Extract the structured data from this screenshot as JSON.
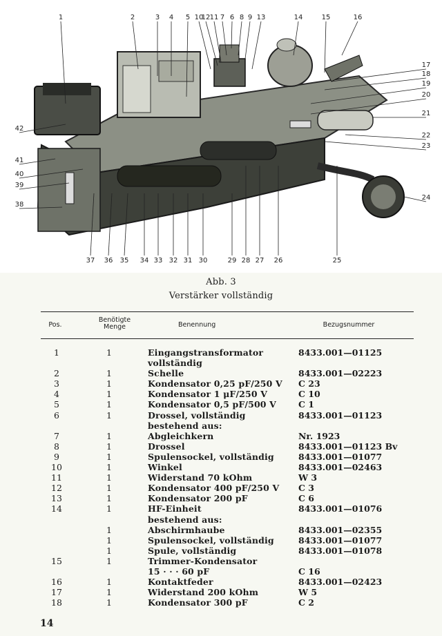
{
  "figure": {
    "callouts_top": [
      "1",
      "2",
      "3",
      "4",
      "5",
      "10",
      "12",
      "11",
      "7",
      "6",
      "8",
      "9",
      "13",
      "14",
      "15",
      "16"
    ],
    "callouts_right": [
      "17",
      "18",
      "19",
      "20",
      "21",
      "22",
      "23",
      "24"
    ],
    "callouts_left": [
      "42",
      "41",
      "40",
      "39",
      "38"
    ],
    "callouts_bottom": [
      "37",
      "36",
      "35",
      "34",
      "33",
      "32",
      "31",
      "30",
      "29",
      "28",
      "27",
      "26",
      "25"
    ],
    "caption_label": "Abb. 3",
    "caption_title": "Verstärker vollständig"
  },
  "table": {
    "headers": {
      "pos": "Pos.",
      "menge_line1": "Benötigte",
      "menge_line2": "Menge",
      "name": "Benennung",
      "bezug": "Bezugsnummer"
    },
    "rows": [
      {
        "pos": "1",
        "menge": "1",
        "name": "Eingangstransformator",
        "bezug": "8433.001—01125"
      },
      {
        "pos": "",
        "menge": "",
        "name": "vollständig",
        "bezug": ""
      },
      {
        "pos": "2",
        "menge": "1",
        "name": "Schelle",
        "bezug": "8433.001—02223"
      },
      {
        "pos": "3",
        "menge": "1",
        "name": "Kondensator 0,25 pF/250 V",
        "bezug": "C 23"
      },
      {
        "pos": "4",
        "menge": "1",
        "name": "Kondensator 1 μF/250 V",
        "bezug": "C 10"
      },
      {
        "pos": "5",
        "menge": "1",
        "name": "Kondensator 0,5 pF/500 V",
        "bezug": "C 1"
      },
      {
        "pos": "6",
        "menge": "1",
        "name": "Drossel, vollständig",
        "bezug": "8433.001—01123"
      },
      {
        "pos": "",
        "menge": "",
        "name": "bestehend aus:",
        "bezug": ""
      },
      {
        "pos": "7",
        "menge": "1",
        "name": "Abgleichkern",
        "bezug": "Nr. 1923"
      },
      {
        "pos": "8",
        "menge": "1",
        "name": "Drossel",
        "bezug": "8433.001—01123 Bv"
      },
      {
        "pos": "9",
        "menge": "1",
        "name": "Spulensockel, vollständig",
        "bezug": "8433.001—01077"
      },
      {
        "pos": "10",
        "menge": "1",
        "name": "Winkel",
        "bezug": "8433.001—02463"
      },
      {
        "pos": "11",
        "menge": "1",
        "name": "Widerstand 70 kOhm",
        "bezug": "W 3"
      },
      {
        "pos": "12",
        "menge": "1",
        "name": "Kondensator 400 pF/250 V",
        "bezug": "C 3"
      },
      {
        "pos": "13",
        "menge": "1",
        "name": "Kondensator 200 pF",
        "bezug": "C 6"
      },
      {
        "pos": "14",
        "menge": "1",
        "name": "HF-Einheit",
        "bezug": "8433.001—01076"
      },
      {
        "pos": "",
        "menge": "",
        "name": "bestehend aus:",
        "bezug": ""
      },
      {
        "pos": "",
        "menge": "1",
        "name": "Abschirmhaube",
        "bezug": "8433.001—02355"
      },
      {
        "pos": "",
        "menge": "1",
        "name": "Spulensockel, vollständig",
        "bezug": "8433.001—01077"
      },
      {
        "pos": "",
        "menge": "1",
        "name": "Spule, vollständig",
        "bezug": "8433.001—01078"
      },
      {
        "pos": "15",
        "menge": "1",
        "name": "Trimmer-Kondensator",
        "bezug": ""
      },
      {
        "pos": "",
        "menge": "",
        "name": "15 · · · 60 pF",
        "bezug": "C 16"
      },
      {
        "pos": "16",
        "menge": "1",
        "name": "Kontaktfeder",
        "bezug": "8433.001—02423"
      },
      {
        "pos": "17",
        "menge": "1",
        "name": "Widerstand 200 kOhm",
        "bezug": "W 5"
      },
      {
        "pos": "18",
        "menge": "1",
        "name": "Kondensator 300 pF",
        "bezug": "C 2"
      }
    ]
  },
  "page_number": "14"
}
